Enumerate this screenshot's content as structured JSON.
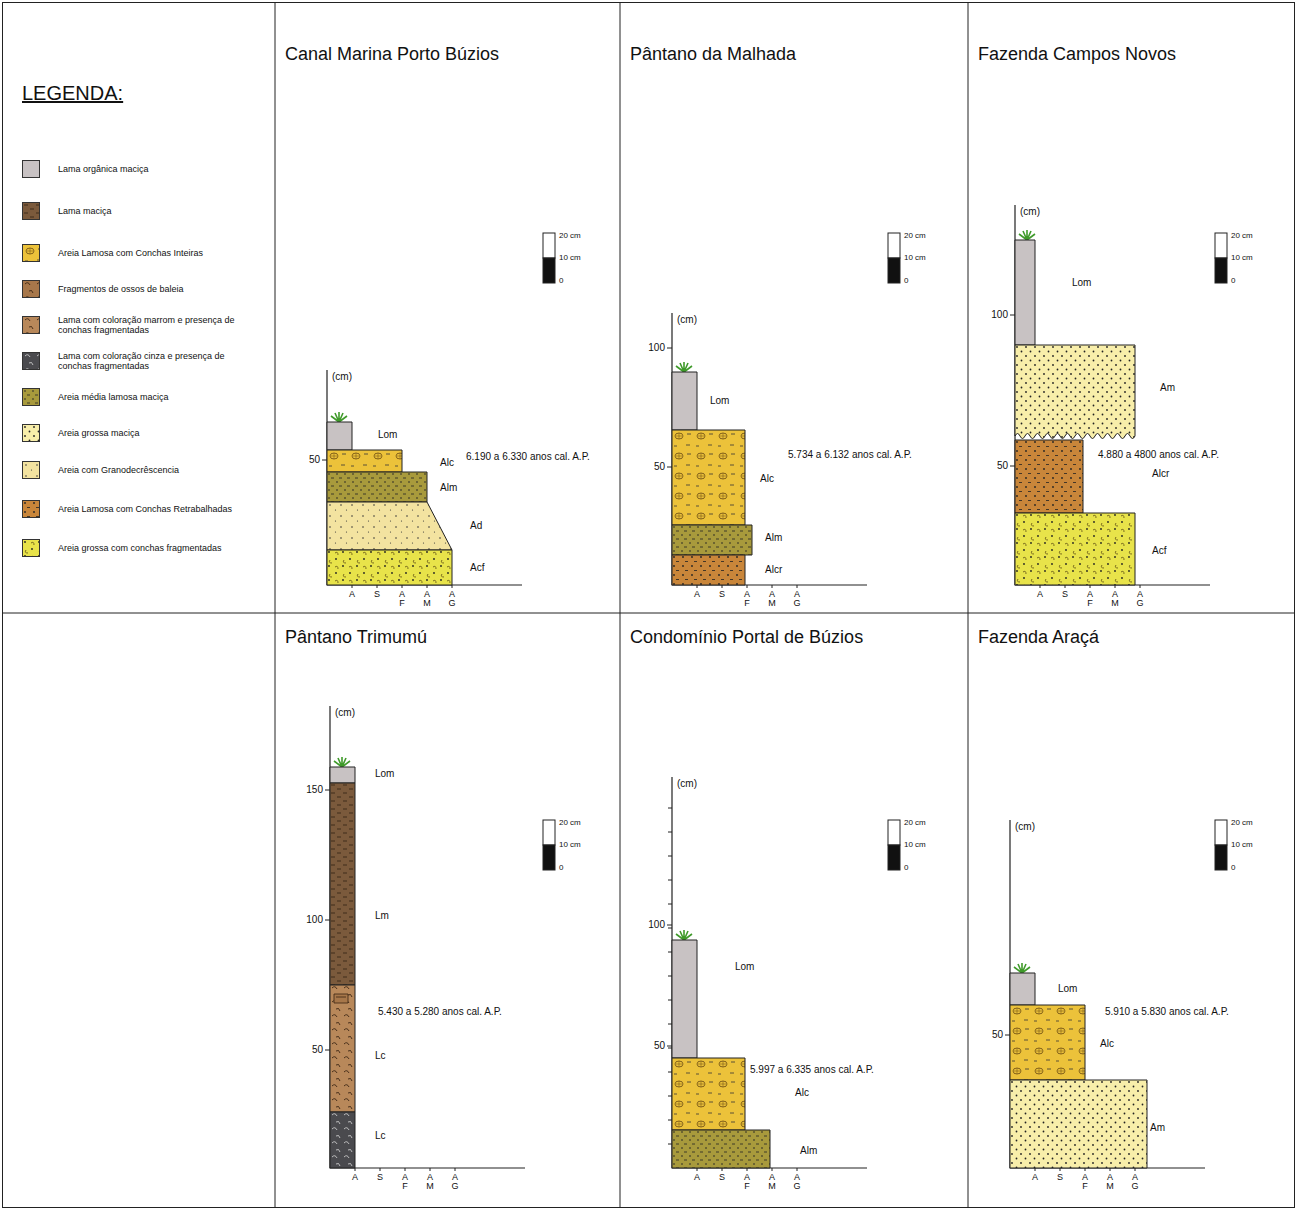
{
  "diagram": {
    "title": "LEGENDA:",
    "nodes": [
      {
        "text": [
          "Canal Marina Porto Búzios"
        ]
      },
      {
        "text": [
          "Lom"
        ],
        "in": 0
      },
      {
        "text": [
          "Alc"
        ],
        "in": 0
      },
      {
        "text": [
          "Alm"
        ],
        "in": 0
      },
      {
        "text": [
          "Ad"
        ],
        "in": 0
      },
      {
        "text": [
          "Acf"
        ],
        "in": 0
      },
      {
        "text": [
          "Pântano da Malhada"
        ]
      },
      {
        "text": [
          "Lom"
        ],
        "in": 6
      },
      {
        "text": [
          "Alc"
        ],
        "in": 6
      },
      {
        "text": [
          "Alm"
        ],
        "in": 6
      },
      {
        "text": [
          "Alcr"
        ],
        "in": 6
      },
      {
        "text": [
          "Fazenda Campos Novos"
        ]
      },
      {
        "text": [
          "Lom"
        ],
        "in": 11
      },
      {
        "text": [
          "Am"
        ],
        "in": 11
      },
      {
        "text": [
          "Alcr"
        ],
        "in": 11
      },
      {
        "text": [
          "Acf"
        ],
        "in": 11
      },
      {
        "text": [
          "Pântano Trimumú"
        ]
      },
      {
        "text": [
          "Lom"
        ],
        "in": 16
      },
      {
        "text": [
          "Lm"
        ],
        "in": 16
      },
      {
        "text": [
          "Lc"
        ],
        "in": 16
      },
      {
        "text": [
          "Lc"
        ],
        "in": 16
      },
      {
        "text": [
          "Condomínio Portal de Búzios"
        ]
      },
      {
        "text": [
          "Lom"
        ],
        "in": 21
      },
      {
        "text": [
          "Alc"
        ],
        "in": 21
      },
      {
        "text": [
          "Alm"
        ],
        "in": 21
      },
      {
        "text": [
          "Fazenda Araçá"
        ]
      },
      {
        "text": [
          "Lom"
        ],
        "in": 25
      },
      {
        "text": [
          "Alc"
        ],
        "in": 25
      },
      {
        "text": [
          "Am"
        ],
        "in": 25
      }
    ],
    "labels": [
      "(cm)",
      "50",
      "A",
      "S",
      "A F",
      "A M",
      "A G",
      "20 cm",
      "10 cm",
      "0",
      "6.190 a 6.330 anos cal. A.P.",
      "(cm)",
      "100",
      "50",
      "A",
      "S",
      "A F",
      "A M",
      "A G",
      "20 cm",
      "10 cm",
      "0",
      "5.734 a 6.132 anos cal. A.P.",
      "(cm)",
      "100",
      "50",
      "A",
      "S",
      "A F",
      "A M",
      "A G",
      "20 cm",
      "10 cm",
      "0",
      "4.880 a 4800 anos cal. A.P.",
      "(cm)",
      "150",
      "100",
      "50",
      "A",
      "S",
      "A F",
      "A M",
      "A G",
      "20 cm",
      "10 cm",
      "0",
      "5.430 a 5.280 anos cal. A.P.",
      "(cm)",
      "100",
      "50",
      "A",
      "S",
      "A F",
      "A M",
      "A G",
      "20 cm",
      "10 cm",
      "0",
      "5.997 a 6.335 anos cal. A.P.",
      "(cm)",
      "50",
      "A",
      "S",
      "A F",
      "A M",
      "A G",
      "20 cm",
      "10 cm",
      "0",
      "5.910 a 5.830 anos cal. A.P."
    ],
    "legend": [
      {
        "text": "Lama orgânica maciça",
        "color": "#c8c2c3"
      },
      {
        "text": "Lama maciça",
        "color": "#7b5a3c"
      },
      {
        "text": "Areia Lamosa com Conchas Inteiras",
        "color": "#ecc23a"
      },
      {
        "text": "Fragmentos de ossos de baleia",
        "color": "#a7774a"
      },
      {
        "text": "Lama com coloração marrom e presença de conchas fragmentadas",
        "color": "#b8885a"
      },
      {
        "text": "Lama com coloração cinza e presença de conchas fragmentadas",
        "color": "#4a4a4e"
      },
      {
        "text": "Areia média lamosa maciça",
        "color": "#a89a3c"
      },
      {
        "text": "Areia grossa maciça",
        "color": "#f8eeaa"
      },
      {
        "text": "Areia com Granodecrêscencia",
        "color": "#f3e3a0"
      },
      {
        "text": "Areia Lamosa com Conchas Retrabalhadas",
        "color": "#c9863a"
      },
      {
        "text": "Areia grossa com conchas fragmentadas",
        "color": "#e8e34a"
      }
    ]
  }
}
